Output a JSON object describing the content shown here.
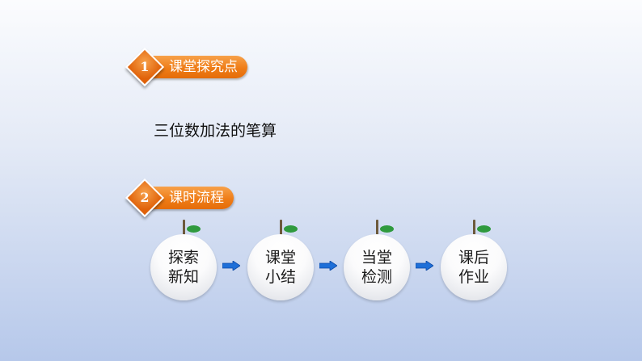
{
  "sections": [
    {
      "number": "1",
      "title": "课堂探究点"
    },
    {
      "number": "2",
      "title": "课时流程"
    }
  ],
  "topic": "三位数加法的笔算",
  "flow": [
    {
      "line1": "探索",
      "line2": "新知"
    },
    {
      "line1": "课堂",
      "line2": "小结"
    },
    {
      "line1": "当堂",
      "line2": "检测"
    },
    {
      "line1": "课后",
      "line2": "作业"
    }
  ],
  "colors": {
    "badge": "#ef7d18",
    "leaf": "#2f9a3e",
    "arrow": "#1e6fd8"
  },
  "icons": {
    "arrow": "right-arrow-icon",
    "leaf": "leaf-icon"
  }
}
